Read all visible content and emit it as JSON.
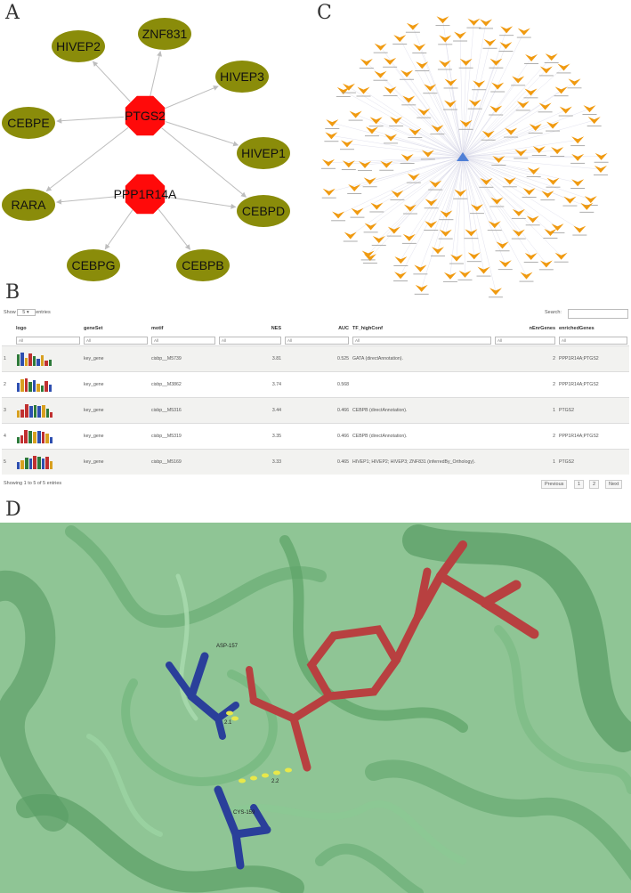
{
  "panels": {
    "a": "A",
    "b": "B",
    "c": "C",
    "d": "D"
  },
  "network_a": {
    "hubs": [
      "PTGS2",
      "PPP1R14A"
    ],
    "targets": [
      "ZNF831",
      "HIVEP2",
      "HIVEP3",
      "CEBPE",
      "HIVEP1",
      "RARA",
      "CEBPD",
      "CEBPG",
      "CEBPB"
    ]
  },
  "table": {
    "show_label": "Show",
    "show_value": "5",
    "entries_label": "entries",
    "search_label": "Search:",
    "columns": [
      "logo",
      "geneSet",
      "motif",
      "NES",
      "AUC",
      "TF_highConf",
      "nEnrGenes",
      "enrichedGenes"
    ],
    "filters": [
      "All",
      "All",
      "All",
      "All",
      "All",
      "All",
      "All",
      "All"
    ],
    "rows": [
      {
        "num": "1",
        "geneSet": "key_gene",
        "motif": "cisbp__M5739",
        "NES": "3.81",
        "AUC": "0.525",
        "tf": "GATA (directAnnotation).",
        "nEnr": "2",
        "genes": "PPP1R14A;PTGS2"
      },
      {
        "num": "2",
        "geneSet": "key_gene",
        "motif": "cisbp__M3862",
        "NES": "3.74",
        "AUC": "0.568",
        "tf": "",
        "nEnr": "2",
        "genes": "PPP1R14A;PTGS2"
      },
      {
        "num": "3",
        "geneSet": "key_gene",
        "motif": "cisbp__M5316",
        "NES": "3.44",
        "AUC": "0.466",
        "tf": "CEBPB (directAnnotation).",
        "nEnr": "1",
        "genes": "PTGS2"
      },
      {
        "num": "4",
        "geneSet": "key_gene",
        "motif": "cisbp__M5319",
        "NES": "3.35",
        "AUC": "0.466",
        "tf": "CEBPB (directAnnotation).",
        "nEnr": "2",
        "genes": "PPP1R14A;PTGS2"
      },
      {
        "num": "5",
        "geneSet": "key_gene",
        "motif": "cisbp__M5169",
        "NES": "3.33",
        "AUC": "0.465",
        "tf": "HIVEP1; HIVEP2; HIVEP3; ZNF831 (inferredBy_Orthology).",
        "nEnr": "1",
        "genes": "PTGS2"
      }
    ],
    "footer": "Showing 1 to 5 of 5 entries",
    "pagination": [
      "Previous",
      "1",
      "2",
      "Next"
    ]
  },
  "docking": {
    "residues": [
      "ASP-157",
      "CYS-159"
    ],
    "distances": [
      "2.1",
      "2.2"
    ]
  },
  "colors": {
    "hub": "#ff0a0a",
    "target": "#8a8c0a",
    "edge": "#bdbdbd",
    "orange_node": "#f09a10",
    "center_node": "#4f7fd6",
    "protein": "#6fb57a",
    "ligand": "#b84040",
    "residue": "#2a3f9a",
    "hbond": "#e8e84a"
  }
}
